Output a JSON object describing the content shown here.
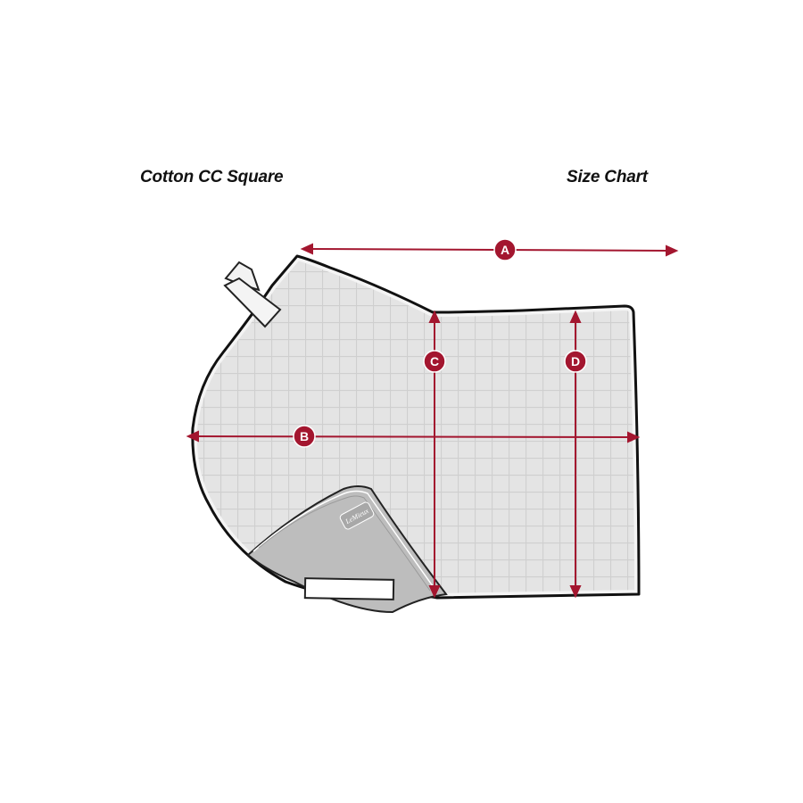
{
  "title": "Cotton CC Square",
  "subtitle": "Size Chart",
  "accent_color": "#a3162f",
  "pad_color": "#e3e3e3",
  "outline_color": "#111111",
  "measurements": [
    {
      "id": "A",
      "label": "A"
    },
    {
      "id": "B",
      "label": "B"
    },
    {
      "id": "C",
      "label": "C"
    },
    {
      "id": "D",
      "label": "D"
    }
  ],
  "logo_text": "LeMieux"
}
